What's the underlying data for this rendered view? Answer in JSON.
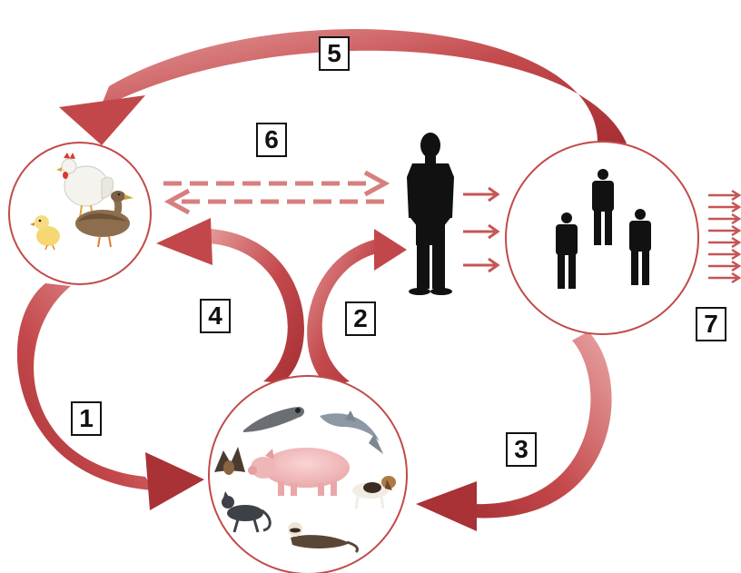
{
  "labels": {
    "step1": "1",
    "step2": "2",
    "step3": "3",
    "step4": "4",
    "step5": "5",
    "step6": "6",
    "step7": "7"
  },
  "colors": {
    "arrow": "#c0474a",
    "arrow_dark": "#a83236",
    "circle_border": "#c24a4a",
    "silhouette": "#111111"
  },
  "nodes": [
    {
      "name": "birds",
      "icons": [
        "chicken-icon",
        "chick-icon",
        "duck-icon"
      ]
    },
    {
      "name": "mammals",
      "icons": [
        "seal-icon",
        "dolphin-icon",
        "bat-icon",
        "pig-icon",
        "dog-icon",
        "cat-icon",
        "ferret-icon"
      ]
    },
    {
      "name": "human",
      "icons": [
        "human-silhouette-icon"
      ]
    },
    {
      "name": "human-population",
      "icons": [
        "person-icon",
        "person-icon",
        "person-icon"
      ]
    }
  ]
}
